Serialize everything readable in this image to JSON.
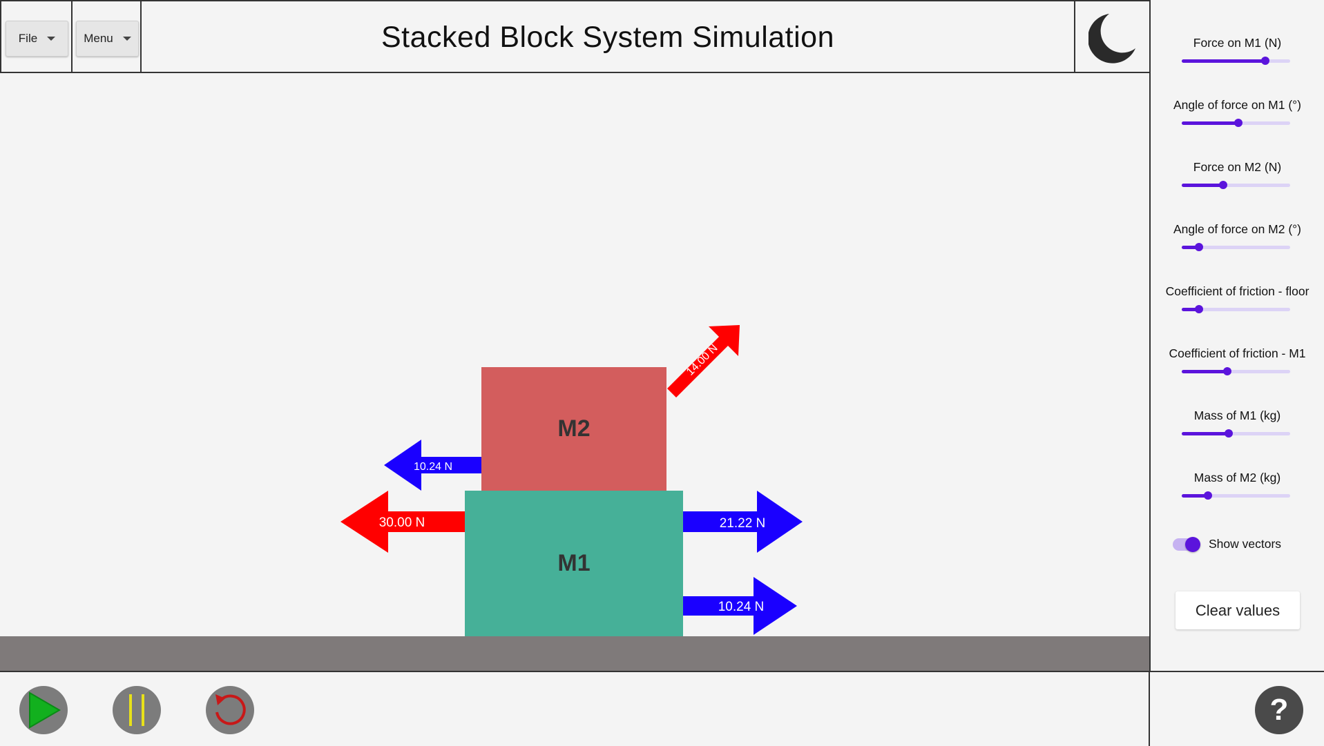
{
  "header": {
    "file_label": "File",
    "menu_label": "Menu",
    "title": "Stacked Block System Simulation",
    "theme_icon": "moon-icon"
  },
  "sidebar": {
    "controls": [
      {
        "label": "Force on M1 (N)",
        "value_fraction": 0.77
      },
      {
        "label": "Angle of force on M1 (°)",
        "value_fraction": 0.52
      },
      {
        "label": "Force on M2 (N)",
        "value_fraction": 0.38
      },
      {
        "label": "Angle of force on M2 (°)",
        "value_fraction": 0.16
      },
      {
        "label": "Coefficient of friction - floor",
        "value_fraction": 0.16
      },
      {
        "label": "Coefficient of friction - M1",
        "value_fraction": 0.42
      },
      {
        "label": "Mass of M1 (kg)",
        "value_fraction": 0.43
      },
      {
        "label": "Mass of M2 (kg)",
        "value_fraction": 0.24
      }
    ],
    "show_vectors_label": "Show vectors",
    "show_vectors_on": true,
    "clear_label": "Clear values",
    "accent_color": "#5b14dc"
  },
  "scene": {
    "m1_label": "M1",
    "m2_label": "M2",
    "m1_color": "#46b098",
    "m2_color": "#d35d5d",
    "applied_color": "#ff0000",
    "reaction_color": "#1a00ff",
    "vectors": {
      "m2_applied": "14.00 N",
      "m2_friction": "10.24 N",
      "m1_applied": "30.00 N",
      "m1_right_upper": "21.22 N",
      "m1_right_lower": "10.24 N"
    }
  },
  "footer": {
    "play_icon": "play-icon",
    "pause_icon": "pause-icon",
    "reset_icon": "reset-icon",
    "help_label": "?"
  }
}
